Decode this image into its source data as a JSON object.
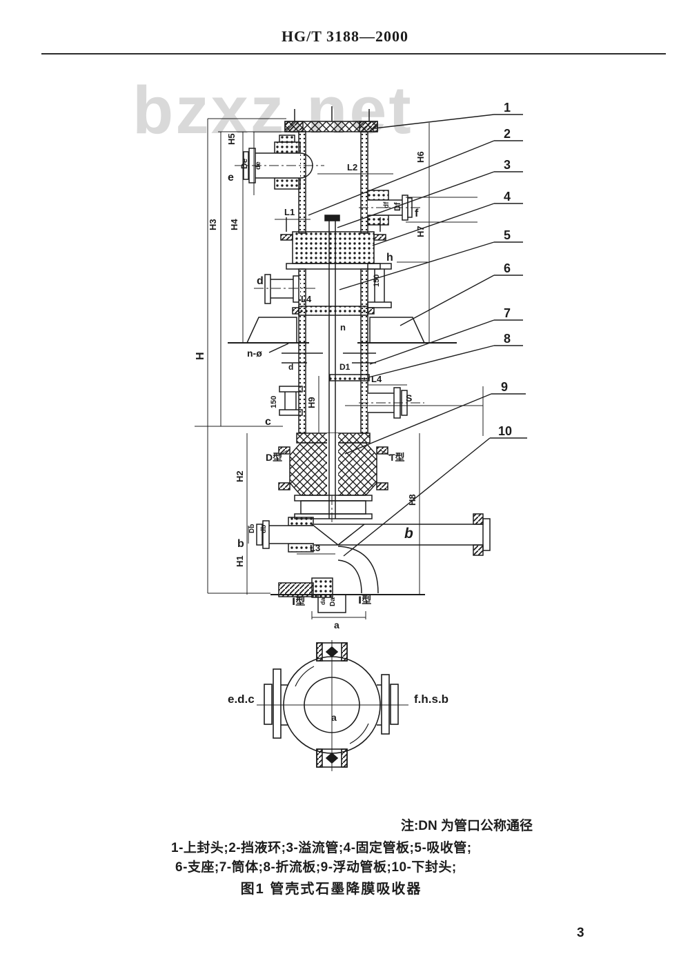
{
  "page": {
    "header_code": "HG/T 3188—2000",
    "watermark": "bzxz.net",
    "page_number": "3"
  },
  "figure": {
    "note": "注:DN 为管口公称通径",
    "legend_line_1": "1-上封头;2-挡液环;3-溢流管;4-固定管板;5-吸收管;",
    "legend_line_2": "6-支座;7-筒体;8-折流板;9-浮动管板;10-下封头;",
    "caption": "图1  管壳式石墨降膜吸收器",
    "callouts": [
      "1",
      "2",
      "3",
      "4",
      "5",
      "6",
      "7",
      "8",
      "9",
      "10"
    ],
    "labels": {
      "H": "H",
      "H1": "H1",
      "H2": "H2",
      "H3": "H3",
      "H4": "H4",
      "H5": "H5",
      "H6": "H6",
      "H7": "H7",
      "H8": "H8",
      "H9": "H9",
      "L1": "L1",
      "L2": "L2",
      "L3": "L3",
      "L4": "L4",
      "D1": "D1",
      "De": "De",
      "de": "de",
      "Df": "Df",
      "df": "df",
      "Db": "Db",
      "db": "db",
      "Da": "Da",
      "da": "da",
      "a": "a",
      "b": "b",
      "c": "c",
      "d": "d",
      "e": "e",
      "f": "f",
      "h": "h",
      "n": "n",
      "S": "S",
      "n_holes": "n-ø",
      "dist150": "150",
      "type_D": "D型",
      "type_T": "T型",
      "type_I": "Ⅰ型",
      "view_left": "e.d.c",
      "view_right": "f.h.s.b"
    }
  }
}
